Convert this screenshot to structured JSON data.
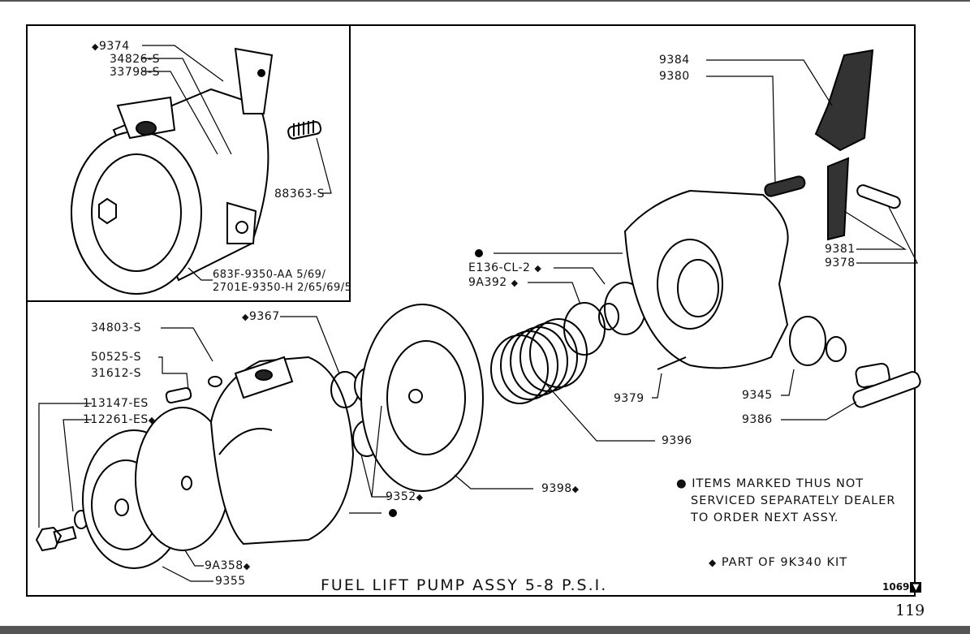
{
  "diagram": {
    "title": "FUEL LIFT PUMP ASSY 5-8 P.S.I.",
    "figure_code": "1069",
    "figure_code_icon": "triangle-down-icon",
    "page_number": "119",
    "symbols": {
      "diamond": "◆",
      "dot": "●"
    },
    "legend": {
      "not_serviced_lines": [
        "ITEMS MARKED THUS NOT",
        "SERVICED SEPARATELY DEALER",
        "TO ORDER NEXT ASSY."
      ],
      "kit_note": "PART OF 9K340 KIT"
    },
    "inset_labels": {
      "part_9374": "9374",
      "part_34826": "34826-S",
      "part_33798": "33798-S",
      "part_88363": "88363-S",
      "assy_1": "683F-9350-AA 5/69/",
      "assy_2": "2701E-9350-H 2/65/69/5"
    },
    "labels": {
      "p34803": "34803-S",
      "p50525": "50525-S",
      "p31612": "31612-S",
      "p113147": "113147-ES",
      "p112261": "112261-ES",
      "p9367": "9367",
      "p9A358": "9A358",
      "p9355": "9355",
      "p9352": "9352",
      "p9398": "9398",
      "pE136": "E136-CL-2",
      "p9A392": "9A392",
      "p9396": "9396",
      "p9379": "9379",
      "p9384": "9384",
      "p9380": "9380",
      "p9381": "9381",
      "p9378": "9378",
      "p9345": "9345",
      "p9386": "9386"
    }
  }
}
